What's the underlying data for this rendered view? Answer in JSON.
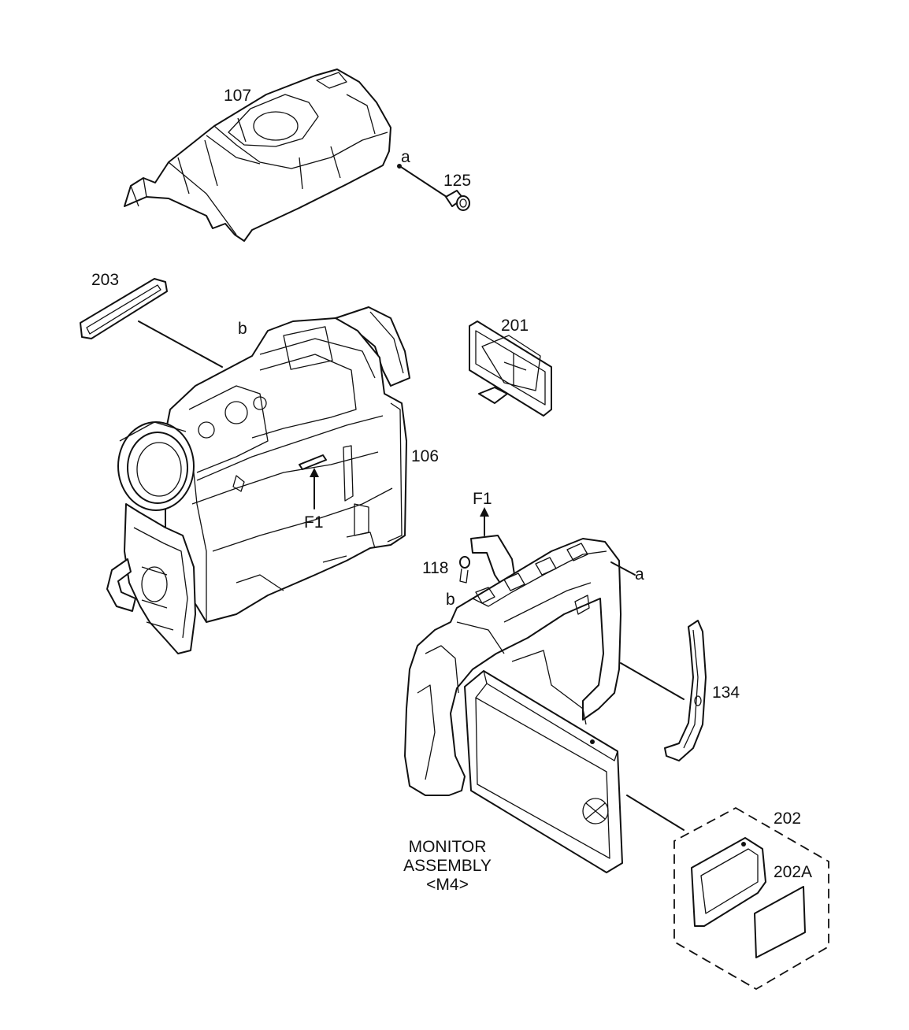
{
  "labels": {
    "top_cover": "107",
    "screw": "125",
    "top_cover_point": "a",
    "side_strip": "203",
    "body_point": "b",
    "cover_plate": "201",
    "main_body": "106",
    "body_cable": "F1",
    "monitor_cable": "F1",
    "small_part": "118",
    "monitor_point_b": "b",
    "monitor_point_a": "a",
    "side_strap": "134",
    "card_set": "202",
    "card": "202A",
    "assembly_line1": "MONITOR",
    "assembly_line2": "ASSEMBLY",
    "assembly_line3": "<M4>"
  }
}
